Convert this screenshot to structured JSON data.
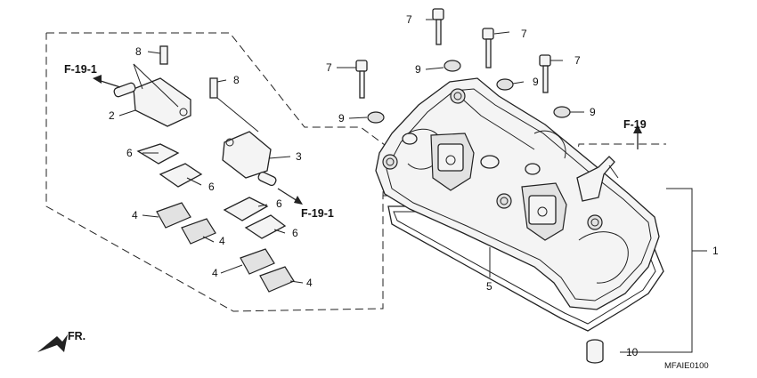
{
  "callouts": {
    "p1": "1",
    "p2": "2",
    "p3": "3",
    "p4a": "4",
    "p4b": "4",
    "p4c": "4",
    "p4d": "4",
    "p5": "5",
    "p6a": "6",
    "p6b": "6",
    "p6c": "6",
    "p6d": "6",
    "p7a": "7",
    "p7b": "7",
    "p7c": "7",
    "p7d": "7",
    "p8a": "8",
    "p8b": "8",
    "p9a": "9",
    "p9b": "9",
    "p9c": "9",
    "p9d": "9",
    "p10": "10"
  },
  "refs": {
    "f191_top": "F-19-1",
    "f191_bottom": "F-19-1",
    "f19": "F-19",
    "front": "FR."
  },
  "diagram_code": "MFAIE0100"
}
